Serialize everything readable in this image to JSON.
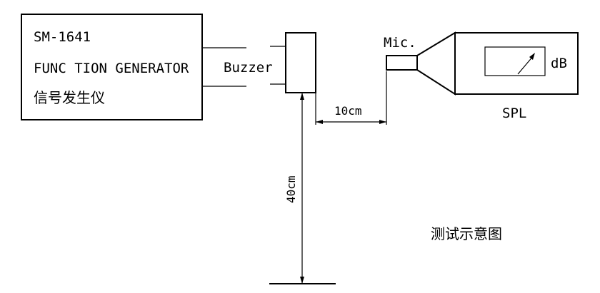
{
  "generator": {
    "model": "SM-1641",
    "name_en": "FUNC TION GENERATOR",
    "name_cn": "信号发生仪"
  },
  "buzzer": {
    "label": "Buzzer"
  },
  "mic": {
    "label": "Mic."
  },
  "meter": {
    "unit": "dB",
    "label": "SPL"
  },
  "distances": {
    "horizontal": "10cm",
    "vertical": "40cm"
  },
  "caption": "测试示意图"
}
